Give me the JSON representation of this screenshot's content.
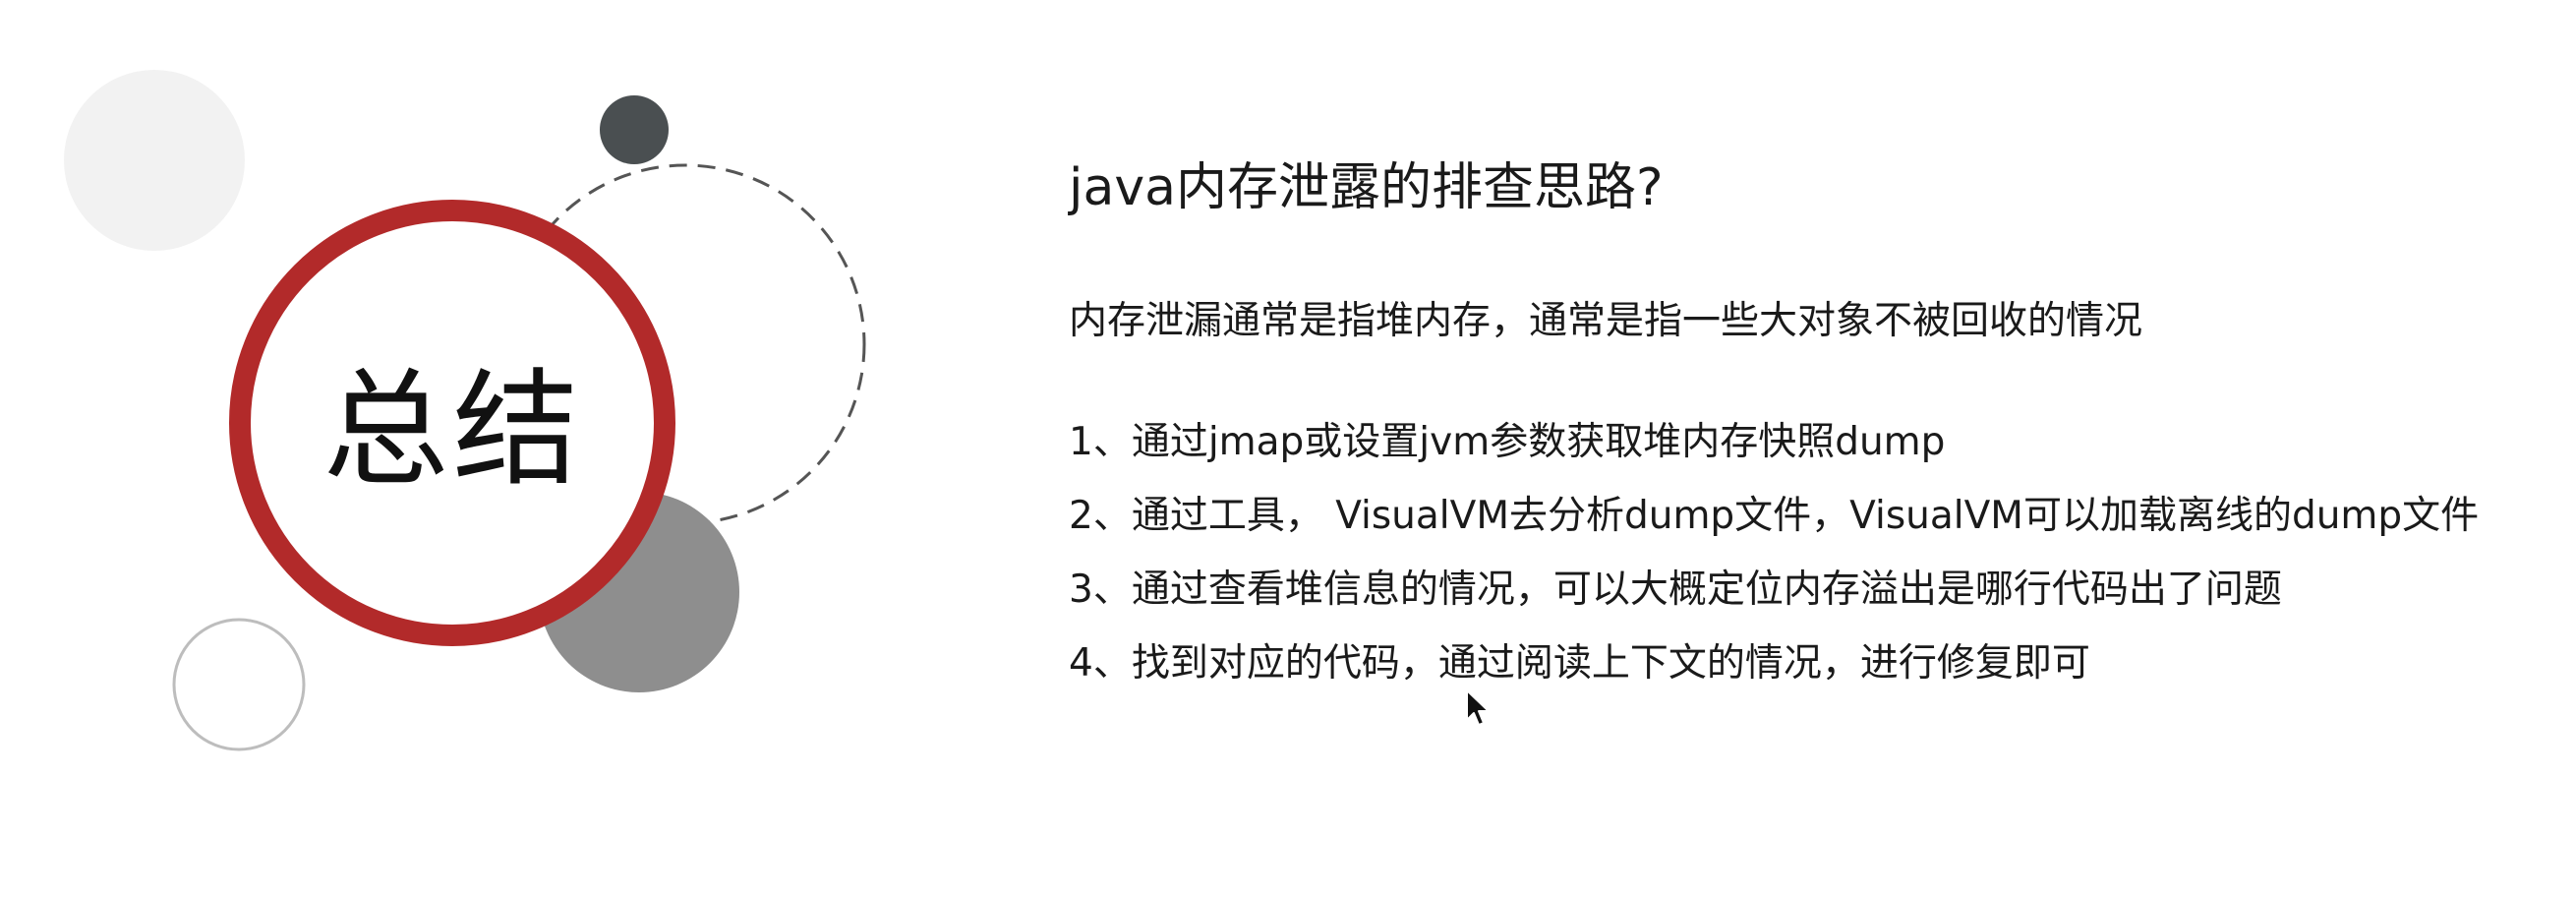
{
  "badge": {
    "label": "总结"
  },
  "heading": "java内存泄露的排查思路?",
  "intro": "内存泄漏通常是指堆内存，通常是指一些大对象不被回收的情况",
  "steps": [
    "1、通过jmap或设置jvm参数获取堆内存快照dump",
    "2、通过工具， VisualVM去分析dump文件，VisualVM可以加载离线的dump文件",
    "3、通过查看堆信息的情况，可以大概定位内存溢出是哪行代码出了问题",
    "4、找到对应的代码，通过阅读上下文的情况，进行修复即可"
  ],
  "colors": {
    "ring": "#b22a2a",
    "dark_dot": "#4a4f51",
    "gray_circle": "#8e8e8e",
    "light_circle": "#f2f2f2",
    "outline_circle": "#bdbdbd",
    "dashed_ring": "#555555"
  },
  "icons": {
    "pointer": "mouse-cursor-icon"
  }
}
